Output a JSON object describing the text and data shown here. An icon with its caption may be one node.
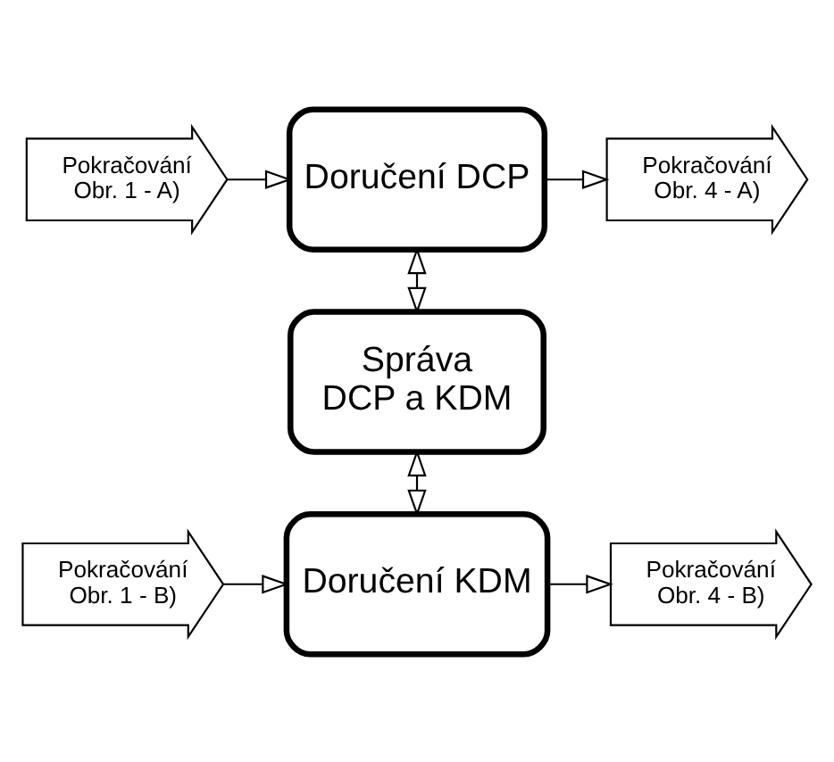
{
  "diagram": {
    "nodes": [
      {
        "text": [
          "Pokračování Obr. 1 - A)"
        ]
      },
      {
        "text": [
          "Doručení DCP"
        ]
      },
      {
        "text": [
          "Pokračování Obr. 4 - A)"
        ]
      },
      {
        "text": [
          "Správa DCP a KDM"
        ]
      },
      {
        "text": [
          "Pokračování Obr. 1 - B)"
        ]
      },
      {
        "text": [
          "Doručení KDM"
        ]
      },
      {
        "text": [
          "Pokračování Obr. 4 - B)"
        ]
      }
    ],
    "edges": [
      {
        "from": 0,
        "to": 1,
        "arrow": "to"
      },
      {
        "from": 1,
        "to": 2,
        "arrow": "to"
      },
      {
        "from": 1,
        "to": 3,
        "arrow": "both"
      },
      {
        "from": 3,
        "to": 5,
        "arrow": "both"
      },
      {
        "from": 4,
        "to": 5,
        "arrow": "to"
      },
      {
        "from": 5,
        "to": 6,
        "arrow": "to"
      }
    ]
  }
}
